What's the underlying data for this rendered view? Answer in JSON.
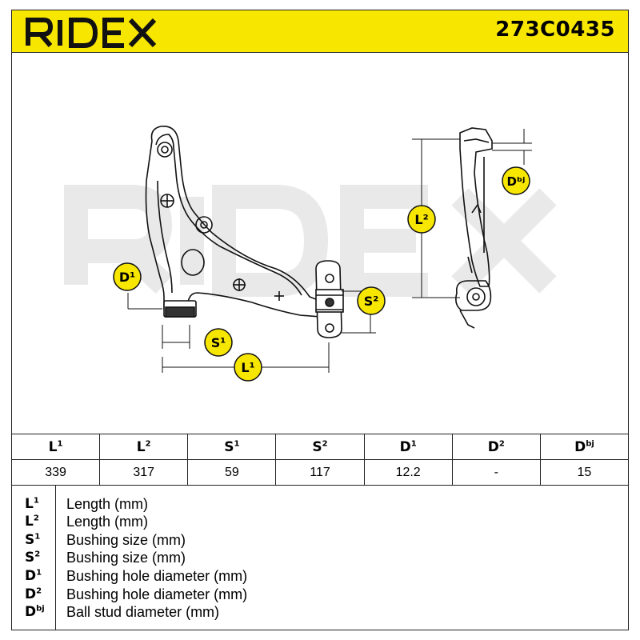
{
  "header": {
    "brand": "RIDEX",
    "part_number": "273C0435"
  },
  "drawing": {
    "watermark": "RIDEX",
    "callouts": {
      "d1": "D¹",
      "s1": "S¹",
      "l1": "L¹",
      "s2": "S²",
      "l2": "L²",
      "dbj": "Dᵇʲ"
    }
  },
  "specs": {
    "columns": [
      {
        "sym": "L",
        "sup": "1",
        "value": "339"
      },
      {
        "sym": "L",
        "sup": "2",
        "value": "317"
      },
      {
        "sym": "S",
        "sup": "1",
        "value": "59"
      },
      {
        "sym": "S",
        "sup": "2",
        "value": "117"
      },
      {
        "sym": "D",
        "sup": "1",
        "value": "12.2"
      },
      {
        "sym": "D",
        "sup": "2",
        "value": "-"
      },
      {
        "sym": "D",
        "sup": "bj",
        "value": "15"
      }
    ]
  },
  "legend": [
    {
      "sym": "L",
      "sup": "1",
      "desc": "Length (mm)"
    },
    {
      "sym": "L",
      "sup": "2",
      "desc": "Length (mm)"
    },
    {
      "sym": "S",
      "sup": "1",
      "desc": "Bushing size (mm)"
    },
    {
      "sym": "S",
      "sup": "2",
      "desc": "Bushing size (mm)"
    },
    {
      "sym": "D",
      "sup": "1",
      "desc": "Bushing hole diameter (mm)"
    },
    {
      "sym": "D",
      "sup": "2",
      "desc": "Bushing hole diameter (mm)"
    },
    {
      "sym": "D",
      "sup": "bj",
      "desc": "Ball stud diameter (mm)"
    }
  ],
  "colors": {
    "brand_yellow": "#f7e600",
    "watermark": "#e9e9e9",
    "ink": "#111111"
  }
}
